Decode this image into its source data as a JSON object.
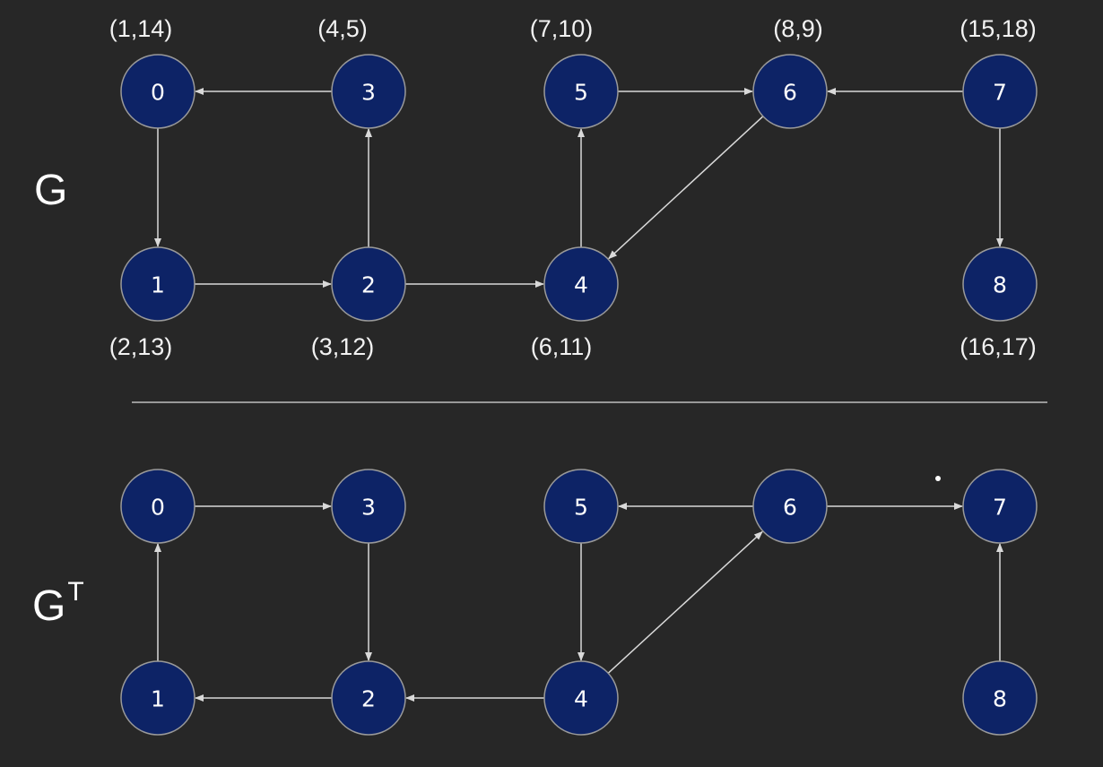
{
  "graphs": [
    {
      "id": "g",
      "title": "G",
      "title_sup": "",
      "nodes": [
        {
          "id": "0",
          "label": "0",
          "time": "(1,14)",
          "time_pos": "above"
        },
        {
          "id": "3",
          "label": "3",
          "time": "(4,5)",
          "time_pos": "above"
        },
        {
          "id": "5",
          "label": "5",
          "time": "(7,10)",
          "time_pos": "above"
        },
        {
          "id": "6",
          "label": "6",
          "time": "(8,9)",
          "time_pos": "above"
        },
        {
          "id": "7",
          "label": "7",
          "time": "(15,18)",
          "time_pos": "above"
        },
        {
          "id": "1",
          "label": "1",
          "time": "(2,13)",
          "time_pos": "below"
        },
        {
          "id": "2",
          "label": "2",
          "time": "(3,12)",
          "time_pos": "below"
        },
        {
          "id": "4",
          "label": "4",
          "time": "(6,11)",
          "time_pos": "below"
        },
        {
          "id": "8",
          "label": "8",
          "time": "(16,17)",
          "time_pos": "below"
        }
      ],
      "edges": [
        {
          "from": "3",
          "to": "0"
        },
        {
          "from": "0",
          "to": "1"
        },
        {
          "from": "1",
          "to": "2"
        },
        {
          "from": "2",
          "to": "3"
        },
        {
          "from": "2",
          "to": "4"
        },
        {
          "from": "4",
          "to": "5"
        },
        {
          "from": "5",
          "to": "6"
        },
        {
          "from": "6",
          "to": "4"
        },
        {
          "from": "7",
          "to": "6"
        },
        {
          "from": "7",
          "to": "8"
        }
      ]
    },
    {
      "id": "gt",
      "title": "G",
      "title_sup": "T",
      "nodes": [
        {
          "id": "0",
          "label": "0"
        },
        {
          "id": "3",
          "label": "3"
        },
        {
          "id": "5",
          "label": "5"
        },
        {
          "id": "6",
          "label": "6"
        },
        {
          "id": "7",
          "label": "7"
        },
        {
          "id": "1",
          "label": "1"
        },
        {
          "id": "2",
          "label": "2"
        },
        {
          "id": "4",
          "label": "4"
        },
        {
          "id": "8",
          "label": "8"
        }
      ],
      "edges": [
        {
          "from": "0",
          "to": "3"
        },
        {
          "from": "1",
          "to": "0"
        },
        {
          "from": "2",
          "to": "1"
        },
        {
          "from": "3",
          "to": "2"
        },
        {
          "from": "4",
          "to": "2"
        },
        {
          "from": "5",
          "to": "4"
        },
        {
          "from": "6",
          "to": "5"
        },
        {
          "from": "4",
          "to": "6"
        },
        {
          "from": "6",
          "to": "7"
        },
        {
          "from": "8",
          "to": "7"
        }
      ]
    }
  ]
}
